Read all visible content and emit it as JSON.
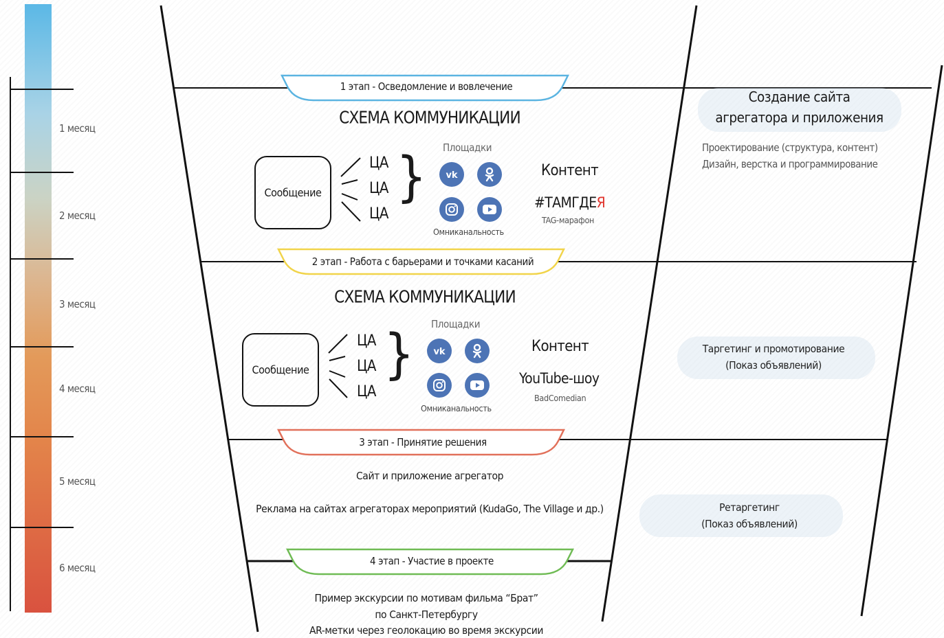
{
  "timeline": {
    "months": [
      "1 месяц",
      "2 месяц",
      "3 месяц",
      "4 месяц",
      "5 месяц",
      "6 месяц"
    ]
  },
  "colors": {
    "stage1": "#5bb4e1",
    "stage2": "#f1d44a",
    "stage3": "#e1705a",
    "stage4": "#6fbb54",
    "social_icons": "#4d74b5",
    "accent_red": "#e0332b"
  },
  "stages": [
    {
      "label": "1 этап - Осведомление и вовлечение",
      "title": "СХЕМА КОММУНИКАЦИИ",
      "message": "Сообщение",
      "targets": [
        "ЦА",
        "ЦА",
        "ЦА"
      ],
      "platforms_label": "Площадки",
      "platform_icons": [
        "vk-icon",
        "odnoklassniki-icon",
        "instagram-icon",
        "youtube-icon"
      ],
      "omnichannel": "Омниканальность",
      "content_label": "Контент",
      "content_main": "#ТАМГДЕ",
      "content_accent": "Я",
      "content_sub": "TAG-марафон"
    },
    {
      "label": "2 этап - Работа с барьерами и точками касаний",
      "title": "СХЕМА КОММУНИКАЦИИ",
      "message": "Сообщение",
      "targets": [
        "ЦА",
        "ЦА",
        "ЦА"
      ],
      "platforms_label": "Площадки",
      "platform_icons": [
        "vk-icon",
        "odnoklassniki-icon",
        "instagram-icon",
        "youtube-icon"
      ],
      "omnichannel": "Омниканальность",
      "content_label": "Контент",
      "content_main": "YouTube-шоу",
      "content_sub": "BadComedian"
    },
    {
      "label": "3 этап - Принятие решения",
      "lines": [
        "Сайт и приложение агрегатор",
        "Реклама на сайтах агрегаторах мероприятий (KudaGo, The Village и др.)"
      ]
    },
    {
      "label": "4 этап - Участие в проекте",
      "lines": [
        "Пример экскурсии по мотивам фильма “Брат”",
        "по Санкт-Петербургу",
        "AR-метки через геолокацию во время экскурсии"
      ]
    }
  ],
  "side": {
    "creation_title_1": "Создание сайта",
    "creation_title_2": "агрегатора и приложения",
    "creation_line_1": "Проектирование (структура, контент)",
    "creation_line_2": "Дизайн, верстка и программирование",
    "targeting_1": "Таргетинг и промотирование",
    "targeting_2": "(Показ объявлений)",
    "retargeting_1": "Ретаргетинг",
    "retargeting_2": "(Показ объявлений)"
  }
}
